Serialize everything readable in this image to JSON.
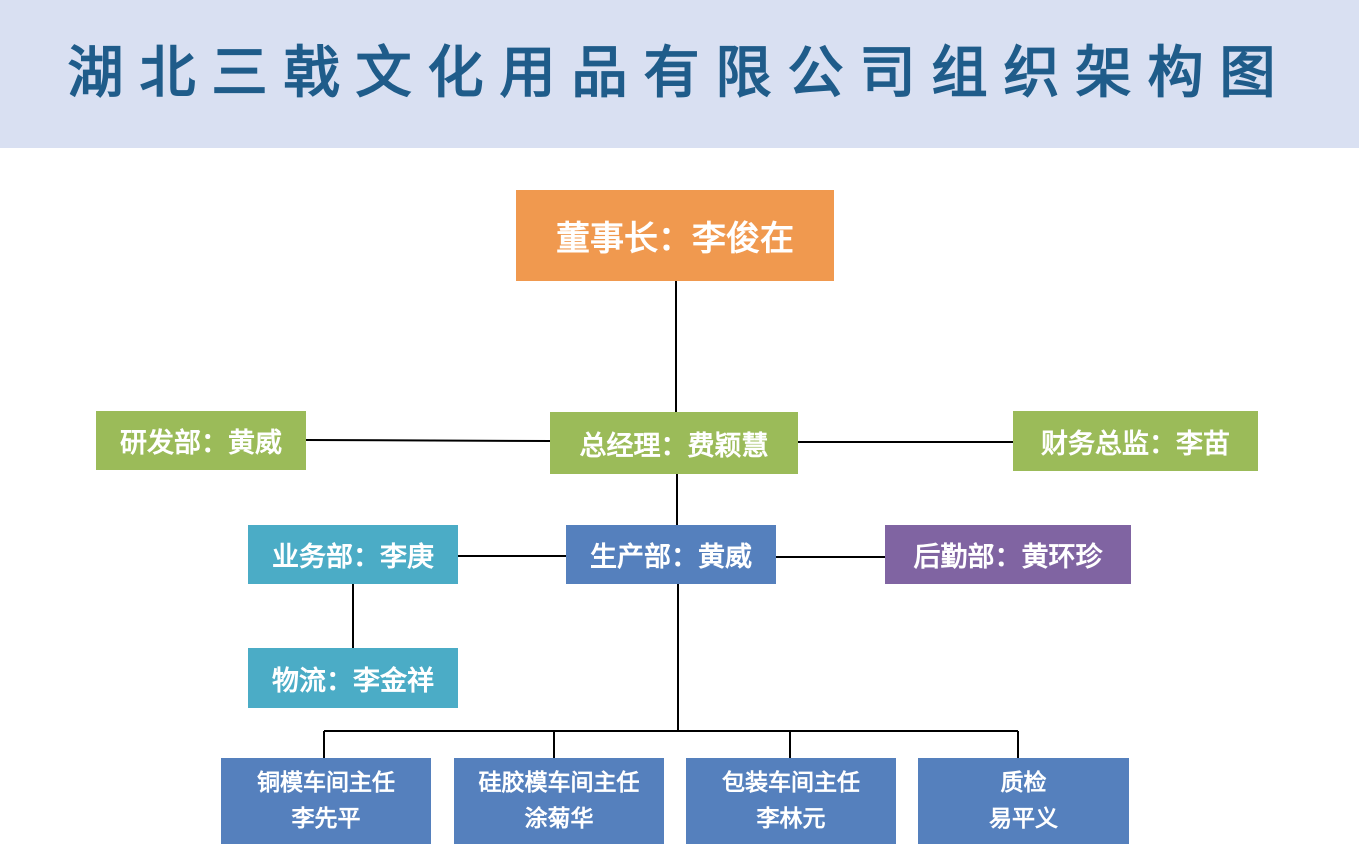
{
  "title": "湖北三戟文化用品有限公司组织架构图",
  "colors": {
    "title_band": "#d9e0f2",
    "title_text": "#1f5c8a",
    "chairman": "#f0994f",
    "management": "#9bbb59",
    "production": "#5580bd",
    "business": "#4bacc6",
    "logistics_support": "#8064a2",
    "connector": "#000000"
  },
  "nodes": {
    "chairman": "董事长：李俊在",
    "rd": "研发部：黄威",
    "gm": "总经理：费颖慧",
    "finance": "财务总监：李苗",
    "business": "业务部：李庚",
    "production": "生产部：黄威",
    "support": "后勤部：黄环珍",
    "logistics": "物流：李金祥",
    "copper_mold": {
      "role": "铜模车间主任",
      "name": "李先平"
    },
    "silicone_mold": {
      "role": "硅胶模车间主任",
      "name": "涂菊华"
    },
    "packaging": {
      "role": "包装车间主任",
      "name": "李林元"
    },
    "qc": {
      "role": "质检",
      "name": "易平义"
    }
  }
}
